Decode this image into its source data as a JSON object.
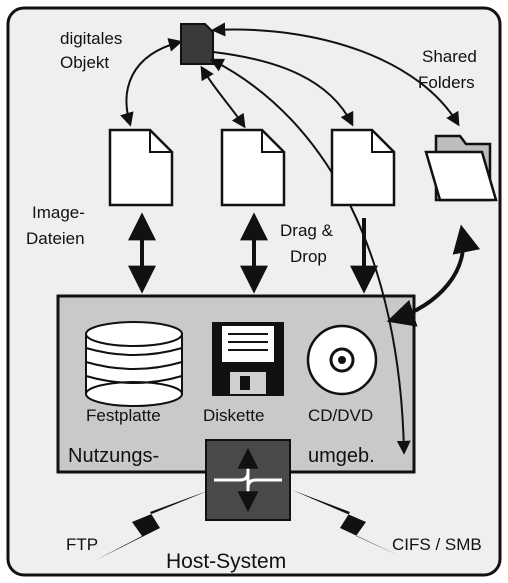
{
  "labels": {
    "digital_object_line1": "digitales",
    "digital_object_line2": "Objekt",
    "shared_folders_line1": "Shared",
    "shared_folders_line2": "Folders",
    "image_files_line1": "Image-",
    "image_files_line2": "Dateien",
    "drag_drop_line1": "Drag &",
    "drag_drop_line2": "Drop",
    "hard_disk": "Festplatte",
    "floppy": "Diskette",
    "cd_dvd": "CD/DVD",
    "usage_env_left": "Nutzungs-",
    "usage_env_right": "umgeb.",
    "ftp": "FTP",
    "cifs_smb": "CIFS / SMB",
    "host_system": "Host-System"
  },
  "colors": {
    "outer_background": "#efefef",
    "inner_panel": "#c9c9c9",
    "object_fill": "#3a3a3a",
    "stroke": "#111111"
  }
}
